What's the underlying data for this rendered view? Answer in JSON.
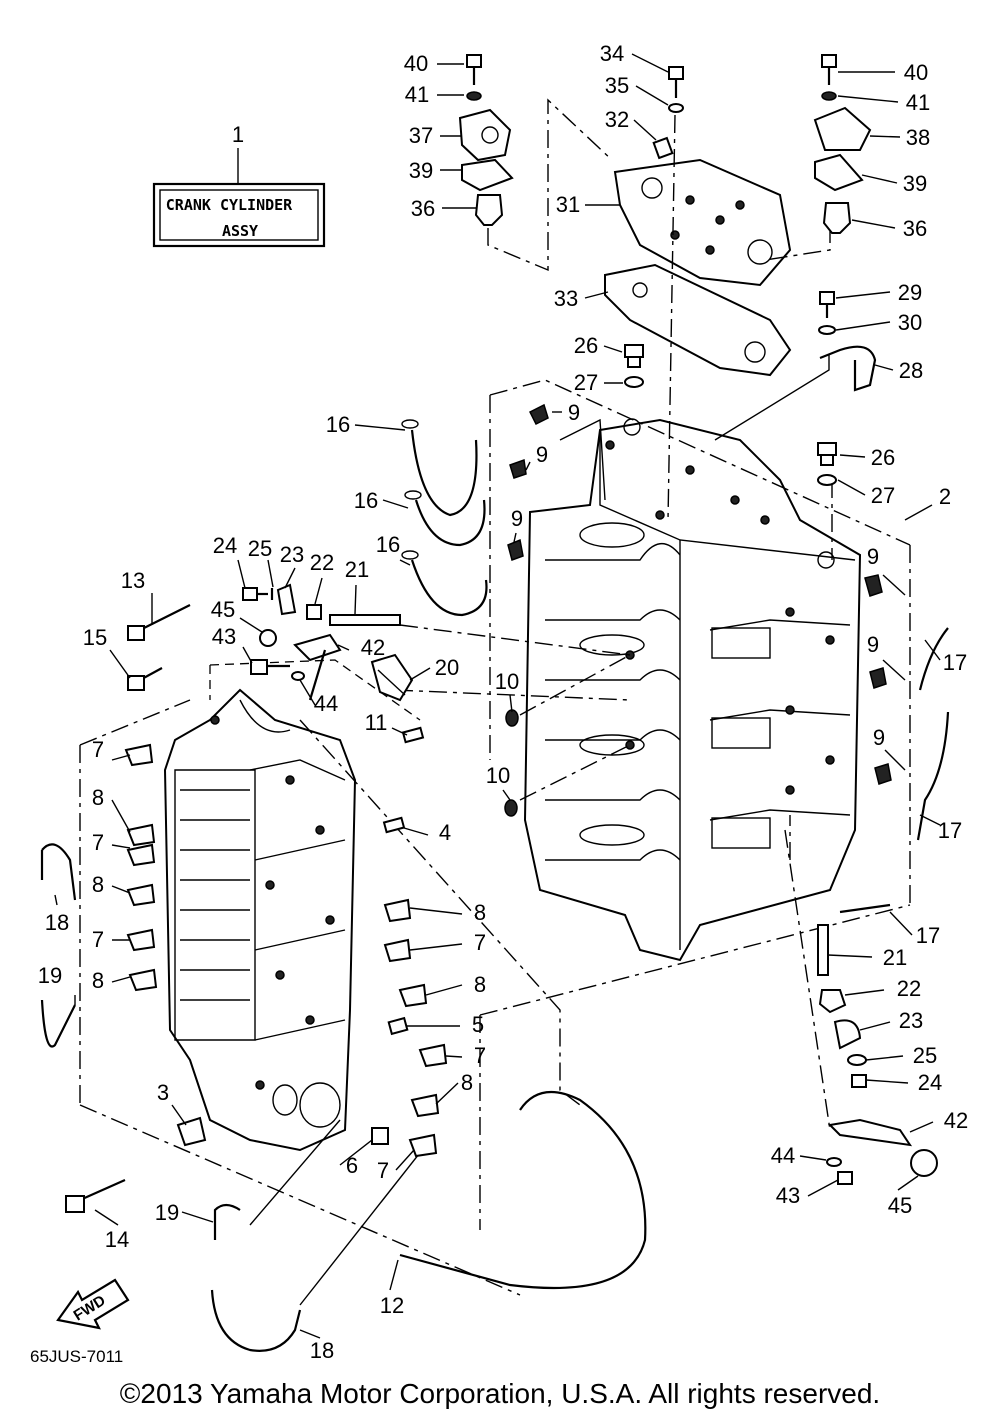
{
  "assy_label": {
    "line1": "CRANK CYLINDER",
    "line2": "ASSY"
  },
  "diagram_code": "65JUS-7011",
  "fwd_label": "FWD",
  "copyright": "©2013 Yamaha Motor Corporation, U.S.A. All rights reserved.",
  "callouts": [
    "1",
    "2",
    "3",
    "4",
    "5",
    "6",
    "7",
    "8",
    "9",
    "10",
    "11",
    "12",
    "13",
    "14",
    "15",
    "16",
    "17",
    "18",
    "19",
    "20",
    "21",
    "22",
    "23",
    "24",
    "25",
    "26",
    "27",
    "28",
    "29",
    "30",
    "31",
    "32",
    "33",
    "34",
    "35",
    "36",
    "37",
    "38",
    "39",
    "40",
    "41",
    "42",
    "43",
    "44",
    "45"
  ]
}
